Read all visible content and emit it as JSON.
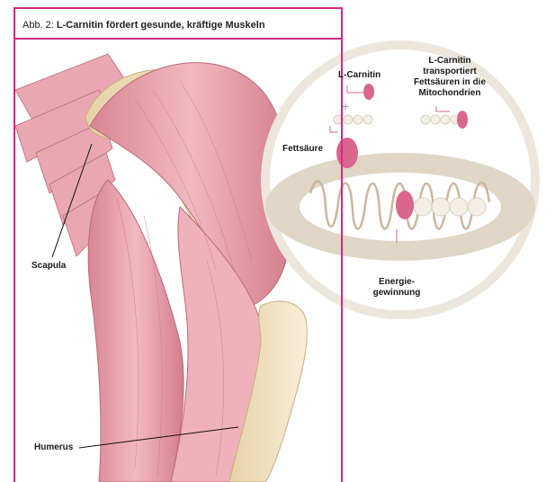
{
  "figure": {
    "label": "Abb. 2:",
    "title": "L-Carnitin fördert gesunde, kräftige Muskeln"
  },
  "labels": {
    "scapula": "Scapula",
    "humerus": "Humerus",
    "l_carnitin": "L-Carnitin",
    "plus": "+",
    "fettsaeure": "Fettsäure",
    "transport_line1": "L-Carnitin",
    "transport_line2": "transportiert",
    "transport_line3": "Fettsäuren in die",
    "transport_line4": "Mitochondrien",
    "energie_line1": "Energie-",
    "energie_line2": "gewinnung"
  },
  "colors": {
    "frame": "#cc2a86",
    "muscle": "#e9a3ad",
    "muscle_dark": "#c9707f",
    "bone": "#f2e3c3",
    "carnitin": "#d9668c",
    "mito": "#e2d7c8",
    "circle": "#f4f0ea"
  }
}
